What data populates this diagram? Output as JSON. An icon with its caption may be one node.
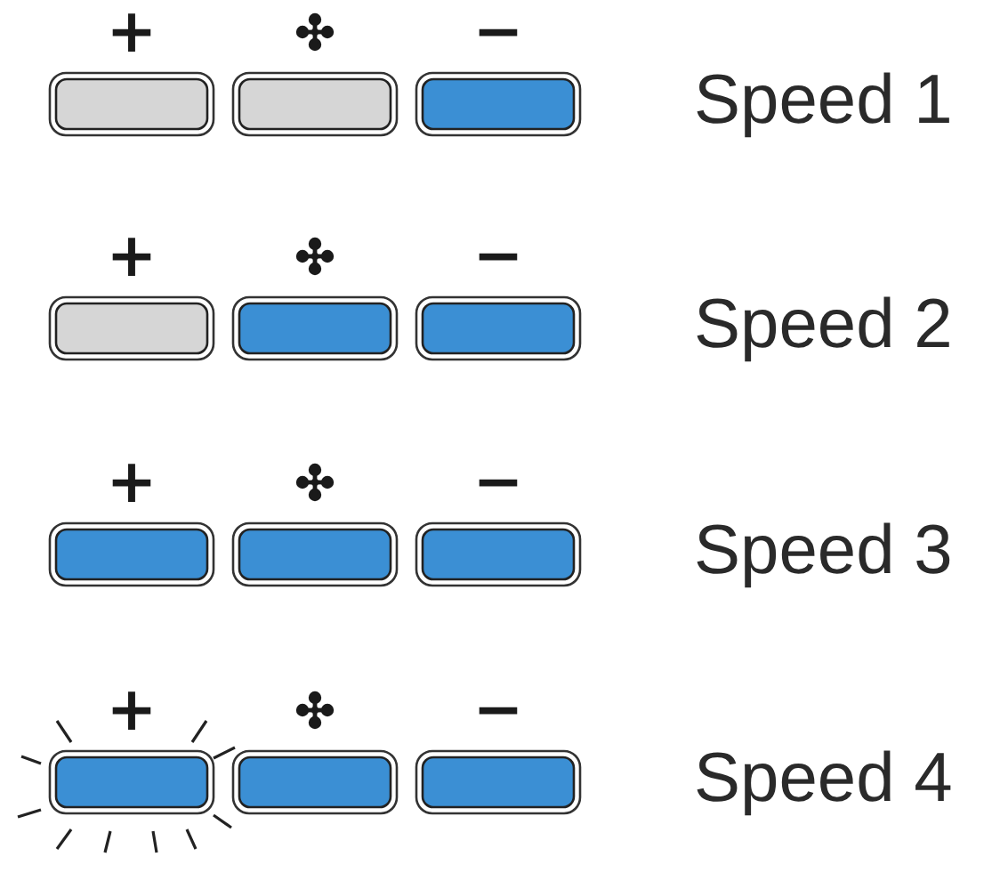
{
  "diagram": {
    "nodes": [
      {
        "text": [
          "+"
        ]
      },
      {
        "text": [],
        "shape": "box"
      },
      {
        "text": [
          "−"
        ]
      },
      {
        "text": [
          "+"
        ]
      },
      {
        "text": [],
        "shape": "box"
      },
      {
        "text": [
          "−"
        ]
      },
      {
        "text": [
          "+"
        ]
      },
      {
        "text": [],
        "shape": "box"
      },
      {
        "text": [
          "−"
        ]
      },
      {
        "text": [
          "+"
        ]
      },
      {
        "text": [],
        "shape": "box"
      },
      {
        "text": [
          "−"
        ]
      }
    ],
    "labels": [
      "Speed 1",
      "Speed 2",
      "Speed 3",
      "Speed 4"
    ]
  }
}
